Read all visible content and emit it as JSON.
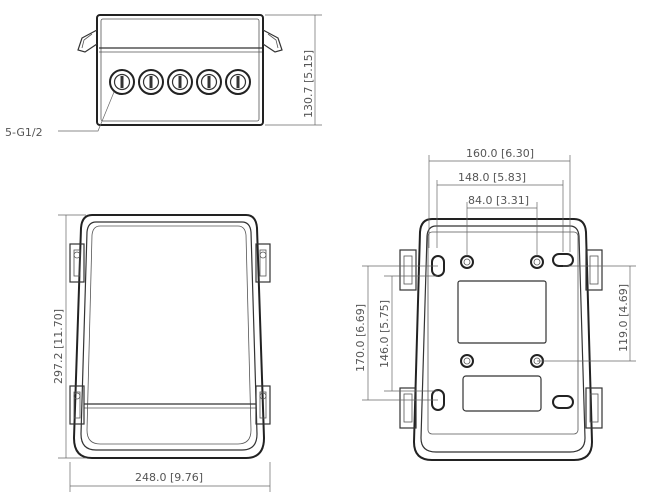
{
  "labels": {
    "thread_spec": "5-G1/2",
    "top_height": "130.7 [5.15]",
    "front_height": "297.2 [11.70]",
    "front_width": "248.0 [9.76]",
    "back_width_outer": "160.0 [6.30]",
    "back_width_mid": "148.0 [5.83]",
    "back_width_inner": "84.0 [3.31]",
    "back_height_outer": "170.0 [6.69]",
    "back_height_inner": "146.0 [5.75]",
    "back_height_right": "119.0 [4.69]"
  }
}
